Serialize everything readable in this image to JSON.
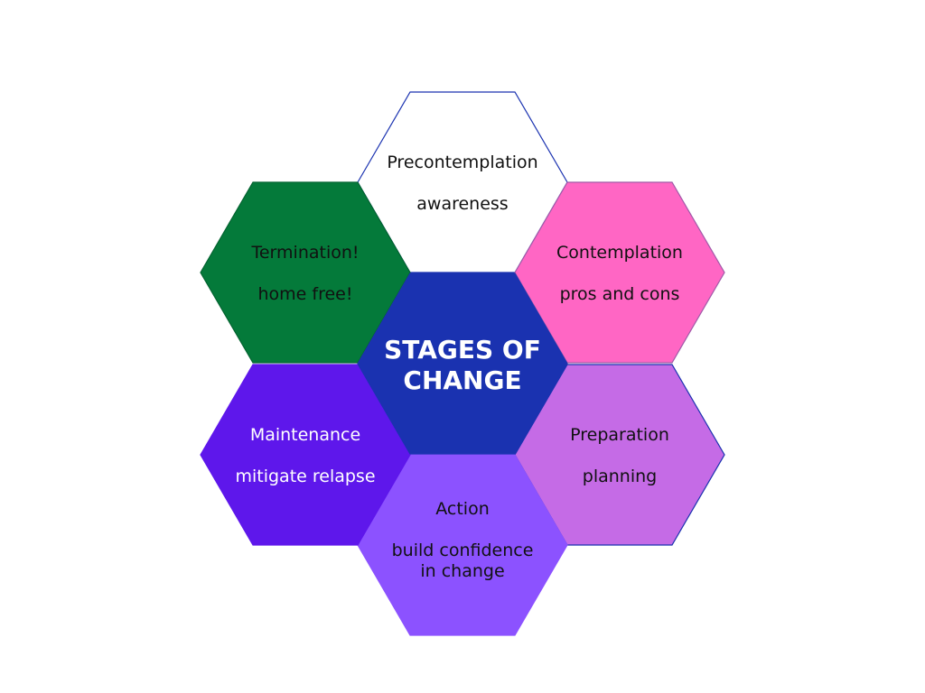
{
  "diagram": {
    "center": {
      "title_lines": [
        "STAGES OF",
        "CHANGE"
      ],
      "fill": "#1a32b0",
      "text_color": "#ffffff"
    },
    "stages": [
      {
        "key": "precontemplation",
        "label": "Precontemplation",
        "detail_lines": [
          "awareness"
        ],
        "fill": "#ffffff",
        "stroke": "#1a32b0",
        "text_color": "#111111"
      },
      {
        "key": "contemplation",
        "label": "Contemplation",
        "detail_lines": [
          "pros and cons"
        ],
        "fill": "#ff66c4",
        "stroke": "#a05aa8",
        "text_color": "#111111"
      },
      {
        "key": "preparation",
        "label": "Preparation",
        "detail_lines": [
          "planning"
        ],
        "fill": "#c56be6",
        "stroke": "#1a32b0",
        "text_color": "#111111"
      },
      {
        "key": "action",
        "label": "Action",
        "detail_lines": [
          "build confidence",
          "in change"
        ],
        "fill": "#8c52ff",
        "stroke": "#8c52ff",
        "text_color": "#111111"
      },
      {
        "key": "maintenance",
        "label": "Maintenance",
        "detail_lines": [
          "mitigate relapse"
        ],
        "fill": "#5e17eb",
        "stroke": "#5e17eb",
        "text_color": "#ffffff"
      },
      {
        "key": "termination",
        "label": "Termination!",
        "detail_lines": [
          "home free!"
        ],
        "fill": "#047a3a",
        "stroke": "#036330",
        "text_color": "#111111"
      }
    ]
  }
}
